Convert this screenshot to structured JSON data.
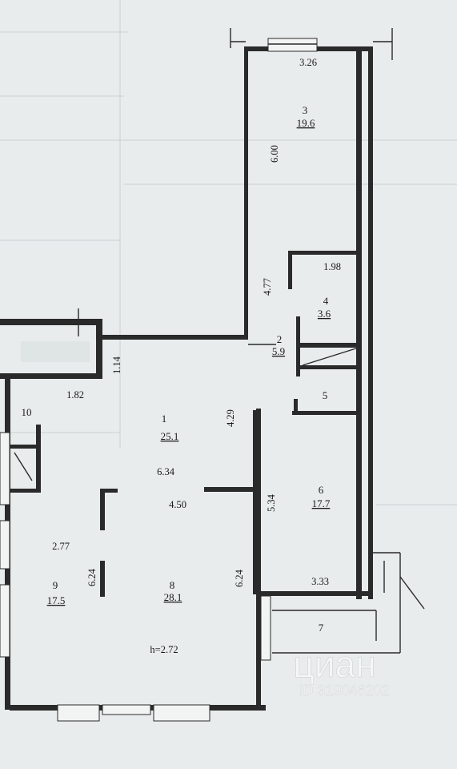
{
  "rooms": [
    {
      "num": "1",
      "area": "25.1"
    },
    {
      "num": "2",
      "area": "5.9"
    },
    {
      "num": "3",
      "area": "19.6"
    },
    {
      "num": "4",
      "area": "3.6"
    },
    {
      "num": "5",
      "area": ""
    },
    {
      "num": "6",
      "area": "17.7"
    },
    {
      "num": "7",
      "area": ""
    },
    {
      "num": "8",
      "area": "28.1"
    },
    {
      "num": "9",
      "area": "17.5"
    },
    {
      "num": "10",
      "area": ""
    }
  ],
  "dimensions": [
    "3.26",
    "6.00",
    "1.98",
    "4.77",
    "1.14",
    "1.82",
    "4.29",
    "6.34",
    "4.50",
    "5.34",
    "2.77",
    "6.24",
    "6.24",
    "3.33"
  ],
  "ceiling_height": "h=2.72",
  "watermark": {
    "brand": "циан",
    "code": "ID 319046202"
  }
}
